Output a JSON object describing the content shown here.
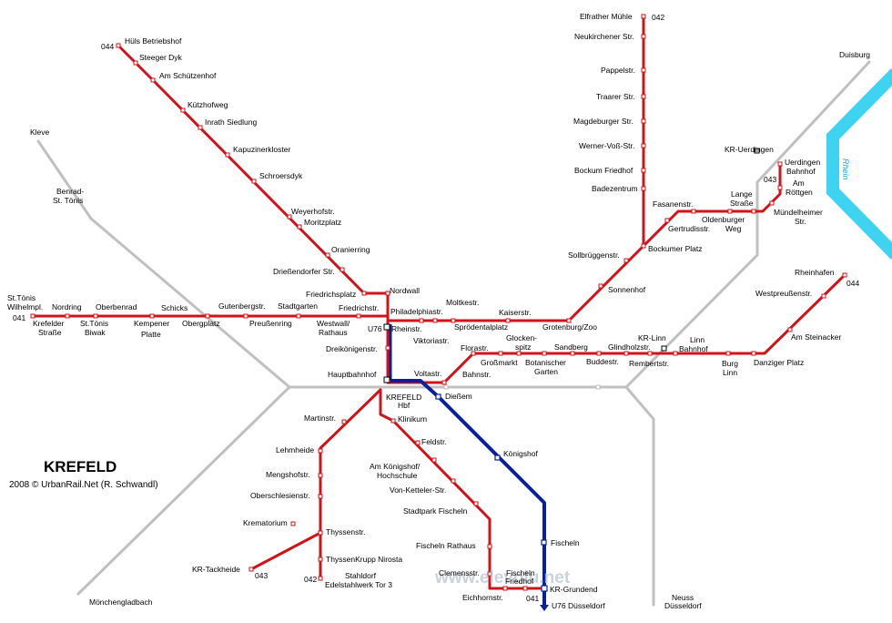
{
  "city_title": "KREFELD",
  "copyright": "2008 © UrbanRail.Net (R. Schwandl)",
  "watermark": "www.elevolu.net",
  "river": "Rhein",
  "colors": {
    "tram": "#d0121b",
    "ubahn": "#0a1f9c",
    "rail": "#c0c0c0",
    "river": "#3fd3f2"
  },
  "directions": {
    "kleve": "Kleve",
    "duisburg": "Duisburg",
    "moenchengladbach": "Mönchengladbach",
    "neuss": "Neuss",
    "duesseldorf_rail": "Düsseldorf",
    "u76_duesseldorf": "U76 Düsseldorf",
    "benrad": "Benrad-",
    "st_toenis_rail": "St. Tönis",
    "kr_uerdingen": "KR-Uerdingen"
  },
  "route_numbers": {
    "n044_huels": "044",
    "n042_elfrath": "042",
    "n041_west": "041",
    "n043_uerdingen": "043",
    "n044_rheinhafen": "044",
    "n043_tackheide": "043",
    "n042_stahldorf": "042",
    "n041_grundend": "041",
    "u76": "U76"
  },
  "stations": {
    "huels": "Hüls Betriebshof",
    "steeger_dyk": "Steeger Dyk",
    "am_schuetzenhof": "Am Schützenhof",
    "kuetzhofweg": "Kützhofweg",
    "inrath": "Inrath Siedlung",
    "kapuzinerkloster": "Kapuzinerkloster",
    "schroersdyk": "Schroersdyk",
    "weyerhofstr": "Weyerhofstr.",
    "moritzplatz": "Moritzplatz",
    "oranierring": "Oranierring",
    "driessendorfer": "Drießendorfer Str.",
    "friedrichsplatz": "Friedrichsplatz",
    "nordwall": "Nordwall",
    "st_toenis_1": "St.Tönis",
    "st_toenis_2": "Wilhelmpl.",
    "nordring": "Nordring",
    "oberbenrad": "Oberbenrad",
    "schicks": "Schicks",
    "gutenbergstr": "Gutenbergstr.",
    "stadtgarten": "Stadtgarten",
    "friedrichstr": "Friedrichstr.",
    "krefelder_1": "Krefelder",
    "krefelder_2": "Straße",
    "st_toenis_biwak_1": "St.Tönis",
    "st_toenis_biwak_2": "Biwak",
    "kempener_1": "Kempener",
    "kempener_2": "Platte",
    "obergplatz": "Obergplatz",
    "preussenring": "Preußenring",
    "westwall_1": "Westwall/",
    "westwall_2": "Rathaus",
    "rheinstr": "Rheinstr.",
    "dreikoenigenstr": "Dreikönigenstr.",
    "hauptbahnhof": "Hauptbahnhof",
    "philadelphiastr": "Philadelphiastr.",
    "moltkestr": "Moltkestr.",
    "viktoriastr": "Viktoriastr.",
    "sproedentalplatz": "Sprödentalplatz",
    "kaiserstr": "Kaiserstr.",
    "grotenburg": "Grotenburg/Zoo",
    "sonnenhof": "Sonnenhof",
    "sollbrueggen": "Sollbrüggenstr.",
    "bockumer_platz": "Bockumer Platz",
    "badezentrum": "Badezentrum",
    "bockum_friedhof": "Bockum Friedhof",
    "werner_voss": "Werner-Voß-Str.",
    "magdeburger": "Magdeburger Str.",
    "traarer": "Traarer Str.",
    "pappelstr": "Pappelstr.",
    "neukirchener": "Neukirchener Str.",
    "elfrather": "Elfrather Mühle",
    "fasanenstr": "Fasanenstr.",
    "gertrudisstr": "Gertrudisstr.",
    "oldenburger_1": "Oldenburger",
    "oldenburger_2": "Weg",
    "lange_1": "Lange",
    "lange_2": "Straße",
    "muendelheimer_1": "Mündelheimer",
    "muendelheimer_2": "Str.",
    "am_roettgen_1": "Am",
    "am_roettgen_2": "Röttgen",
    "uerdingen_bf_1": "Uerdingen",
    "uerdingen_bf_2": "Bahnhof",
    "voltastr": "Voltastr.",
    "bahnstr": "Bahnstr.",
    "florastr": "Florastr.",
    "grossmarkt": "Großmarkt",
    "glockenspitz_1": "Glocken-",
    "glockenspitz_2": "spitz",
    "botanischer_1": "Botanischer",
    "botanischer_2": "Garten",
    "sandberg": "Sandberg",
    "buddestr": "Buddestr.",
    "glindholz": "Glindholzstr.",
    "kr_linn": "KR-Linn",
    "rembertstr": "Rembertstr.",
    "linn_bf_1": "Linn",
    "linn_bf_2": "Bahnhof",
    "burg_linn_1": "Burg",
    "burg_linn_2": "Linn",
    "danziger": "Danziger Platz",
    "am_steinacker": "Am Steinacker",
    "westpreussen": "Westpreußenstr.",
    "rheinhafen": "Rheinhafen",
    "krefeld_hbf_1": "KREFELD",
    "krefeld_hbf_2": "Hbf",
    "diessem": "Dießem",
    "koenigshof": "Königshof",
    "fischeln": "Fischeln",
    "kr_grundend": "KR-Grundend",
    "martinstr": "Martinstr.",
    "lehmheide": "Lehmheide",
    "mengshofstr": "Mengshofstr.",
    "oberschlesienstr": "Oberschlesienstr.",
    "krematorium": "Krematorium",
    "kr_tackheide": "KR-Tackheide",
    "thyssenstr": "Thyssenstr.",
    "thyssenkrupp": "ThyssenKrupp Nirosta",
    "stahldorf_1": "Stahldorf",
    "stahldorf_2": "Edelstahlwerk Tor 3",
    "klinikum": "Klinikum",
    "feldstr": "Feldstr.",
    "am_koenigshof_1": "Am Königshof/",
    "am_koenigshof_2": "Hochschule",
    "von_ketteler": "Von-Ketteler-Str.",
    "stadtpark_fischeln": "Stadtpark Fischeln",
    "fischeln_rathaus": "Fischeln Rathaus",
    "clemensstr": "Clemensstr.",
    "fischeln_friedhof_1": "Fischeln",
    "fischeln_friedhof_2": "Friedhof",
    "eichhornstr": "Eichhornstr."
  }
}
